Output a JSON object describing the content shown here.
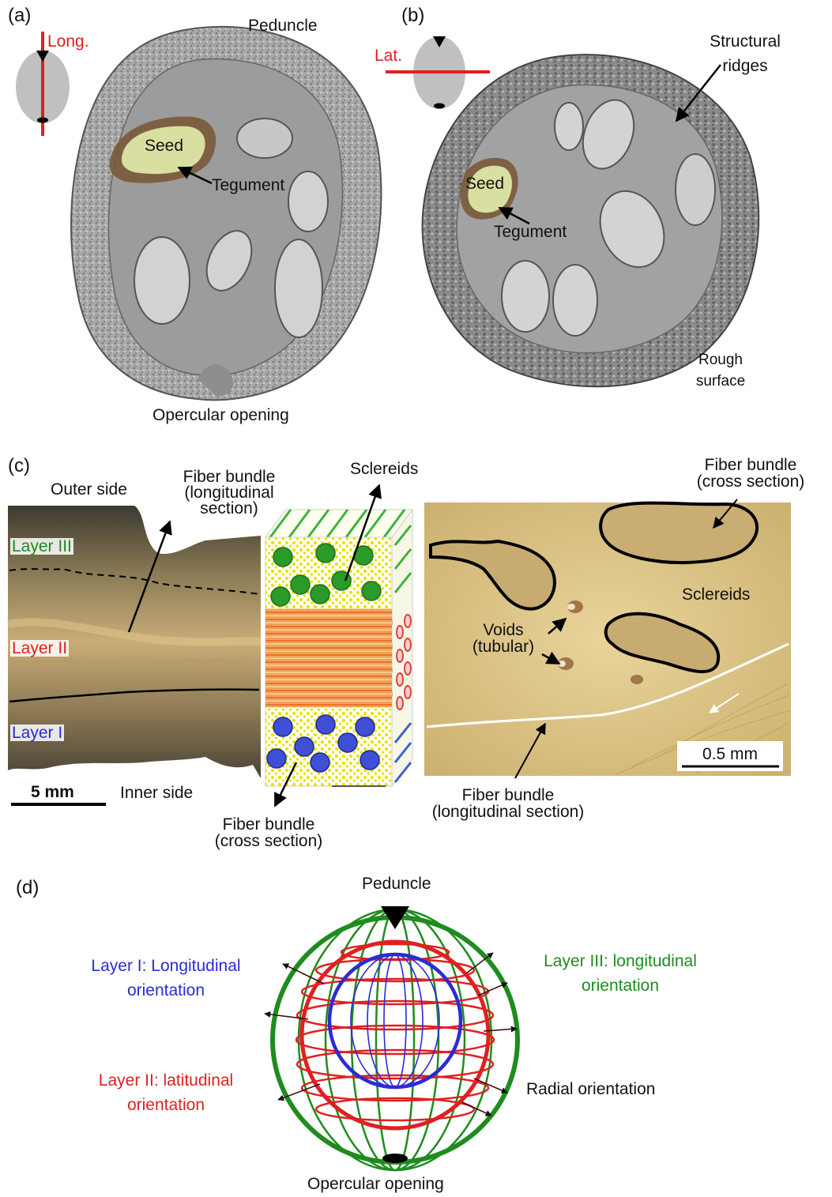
{
  "panel_a": {
    "label": "(a)",
    "inset_label": "Long.",
    "top_label": "Peduncle",
    "bottom_label": "Opercular opening",
    "seed_label": "Seed",
    "tegument_label": "Tegument"
  },
  "panel_b": {
    "label": "(b)",
    "inset_label": "Lat.",
    "ridges_label_1": "Structural",
    "ridges_label_2": "ridges",
    "rough_label_1": "Rough",
    "rough_label_2": "surface",
    "seed_label": "Seed",
    "tegument_label": "Tegument"
  },
  "panel_c": {
    "label": "(c)",
    "outer_side": "Outer side",
    "inner_side": "Inner side",
    "fiber_long_1": "Fiber bundle",
    "fiber_long_2": "(longitudinal",
    "fiber_long_3": "section)",
    "layer3": "Layer III",
    "layer2": "Layer II",
    "layer1": "Layer I",
    "scale_left": "5 mm",
    "sclereids_top": "Sclereids",
    "fiber_cross_bottom_1": "Fiber bundle",
    "fiber_cross_bottom_2": "(cross section)",
    "fiber_cross_right_1": "Fiber bundle",
    "fiber_cross_right_2": "(cross section)",
    "sclereids_right": "Sclereids",
    "voids_1": "Voids",
    "voids_2": "(tubular)",
    "scale_right": "0.5 mm",
    "fiber_long_bottom_1": "Fiber bundle",
    "fiber_long_bottom_2": "(longitudinal section)"
  },
  "panel_d": {
    "label": "(d)",
    "top_label": "Peduncle",
    "bottom_label": "Opercular opening",
    "layer1_1": "Layer I: Longitudinal",
    "layer1_2": "orientation",
    "layer2_1": "Layer II: latitudinal",
    "layer2_2": "orientation",
    "layer3_1": "Layer III: longitudinal",
    "layer3_2": "orientation",
    "radial": "Radial orientation"
  },
  "colors": {
    "layer1": "#2b2bd6",
    "layer2": "#e02020",
    "layer3": "#1e8c1e",
    "label_red": "#e02020"
  }
}
